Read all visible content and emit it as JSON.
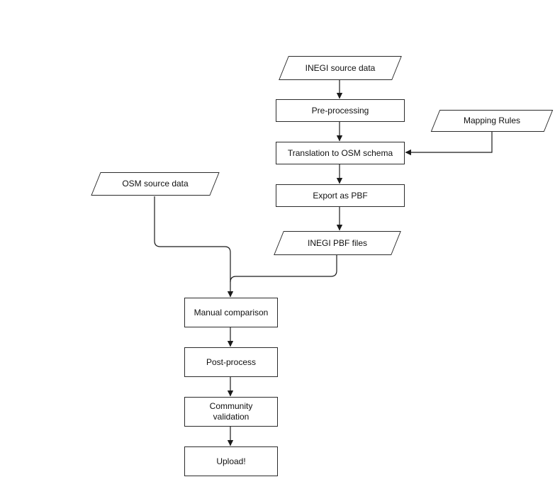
{
  "nodes": {
    "inegi_source": {
      "label": "INEGI source data",
      "shape": "parallelogram"
    },
    "pre_processing": {
      "label": "Pre-processing",
      "shape": "rect"
    },
    "mapping_rules": {
      "label": "Mapping Rules",
      "shape": "parallelogram"
    },
    "translation": {
      "label": "Translation to OSM schema",
      "shape": "rect"
    },
    "export_pbf": {
      "label": "Export as PBF",
      "shape": "rect"
    },
    "inegi_pbf": {
      "label": "INEGI PBF files",
      "shape": "parallelogram"
    },
    "osm_source": {
      "label": "OSM source data",
      "shape": "parallelogram"
    },
    "manual_comparison": {
      "label": "Manual comparison",
      "shape": "rect"
    },
    "post_process": {
      "label": "Post-process",
      "shape": "rect"
    },
    "community_validation": {
      "label": "Community validation",
      "shape": "rect"
    },
    "upload": {
      "label": "Upload!",
      "shape": "rect"
    }
  },
  "edges": [
    {
      "from": "inegi_source",
      "to": "pre_processing"
    },
    {
      "from": "pre_processing",
      "to": "translation"
    },
    {
      "from": "mapping_rules",
      "to": "translation"
    },
    {
      "from": "translation",
      "to": "export_pbf"
    },
    {
      "from": "export_pbf",
      "to": "inegi_pbf"
    },
    {
      "from": "inegi_pbf",
      "to": "manual_comparison"
    },
    {
      "from": "osm_source",
      "to": "manual_comparison"
    },
    {
      "from": "manual_comparison",
      "to": "post_process"
    },
    {
      "from": "post_process",
      "to": "community_validation"
    },
    {
      "from": "community_validation",
      "to": "upload"
    }
  ],
  "colors": {
    "node_fill": "#ffffff",
    "node_border": "#2b2b2b",
    "connector": "#1a1a1a",
    "background": "#ffffff"
  }
}
